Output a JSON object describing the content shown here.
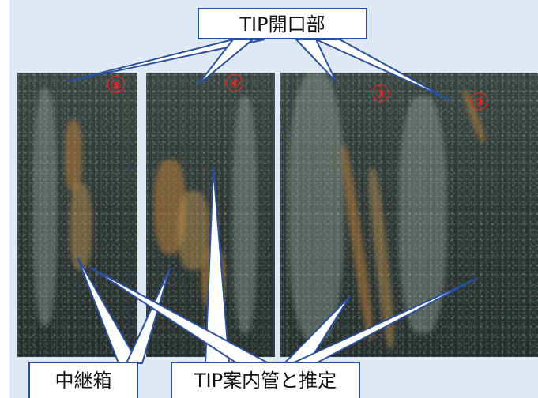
{
  "labels": {
    "tip_opening": "TIP開口部",
    "junction_box": "中継箱",
    "tip_guide_pipe": "TIP案内管と推定"
  },
  "markers": [
    "⑤",
    "④",
    "③",
    "②"
  ],
  "colors": {
    "callout_border": "#2a4f9c",
    "callout_fill": "#ffffff",
    "marker": "#ff2020",
    "background": "#dfe9f5"
  }
}
